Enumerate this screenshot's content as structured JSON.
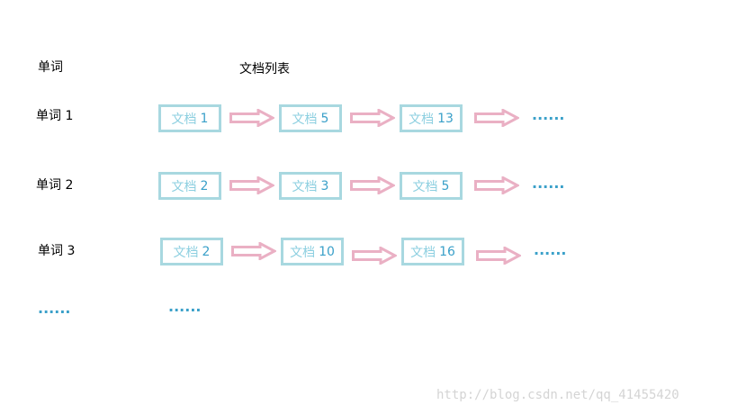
{
  "headers": {
    "word": "单词",
    "doc_list": "文档列表"
  },
  "rows": [
    {
      "label": "单词 1",
      "docs": [
        {
          "word": "文档",
          "num": "1"
        },
        {
          "word": "文档",
          "num": "5"
        },
        {
          "word": "文档",
          "num": "13"
        }
      ],
      "ellipsis": "......"
    },
    {
      "label": "单词 2",
      "docs": [
        {
          "word": "文档",
          "num": "2"
        },
        {
          "word": "文档",
          "num": "3"
        },
        {
          "word": "文档",
          "num": "5"
        }
      ],
      "ellipsis": "......"
    },
    {
      "label": "单词 3",
      "docs": [
        {
          "word": "文档",
          "num": "2"
        },
        {
          "word": "文档",
          "num": "10"
        },
        {
          "word": "文档",
          "num": "16"
        }
      ],
      "ellipsis": "......"
    }
  ],
  "more_rows": {
    "word_ellipsis": "......",
    "doc_ellipsis": "......"
  },
  "watermark": "http://blog.csdn.net/qq_41455420",
  "colors": {
    "box_border": "#a8d8e0",
    "doc_word": "#8ccfe0",
    "doc_num": "#3aa0c9",
    "arrow_stroke": "#eab0c4",
    "ellipsis": "#3aa0c9"
  }
}
